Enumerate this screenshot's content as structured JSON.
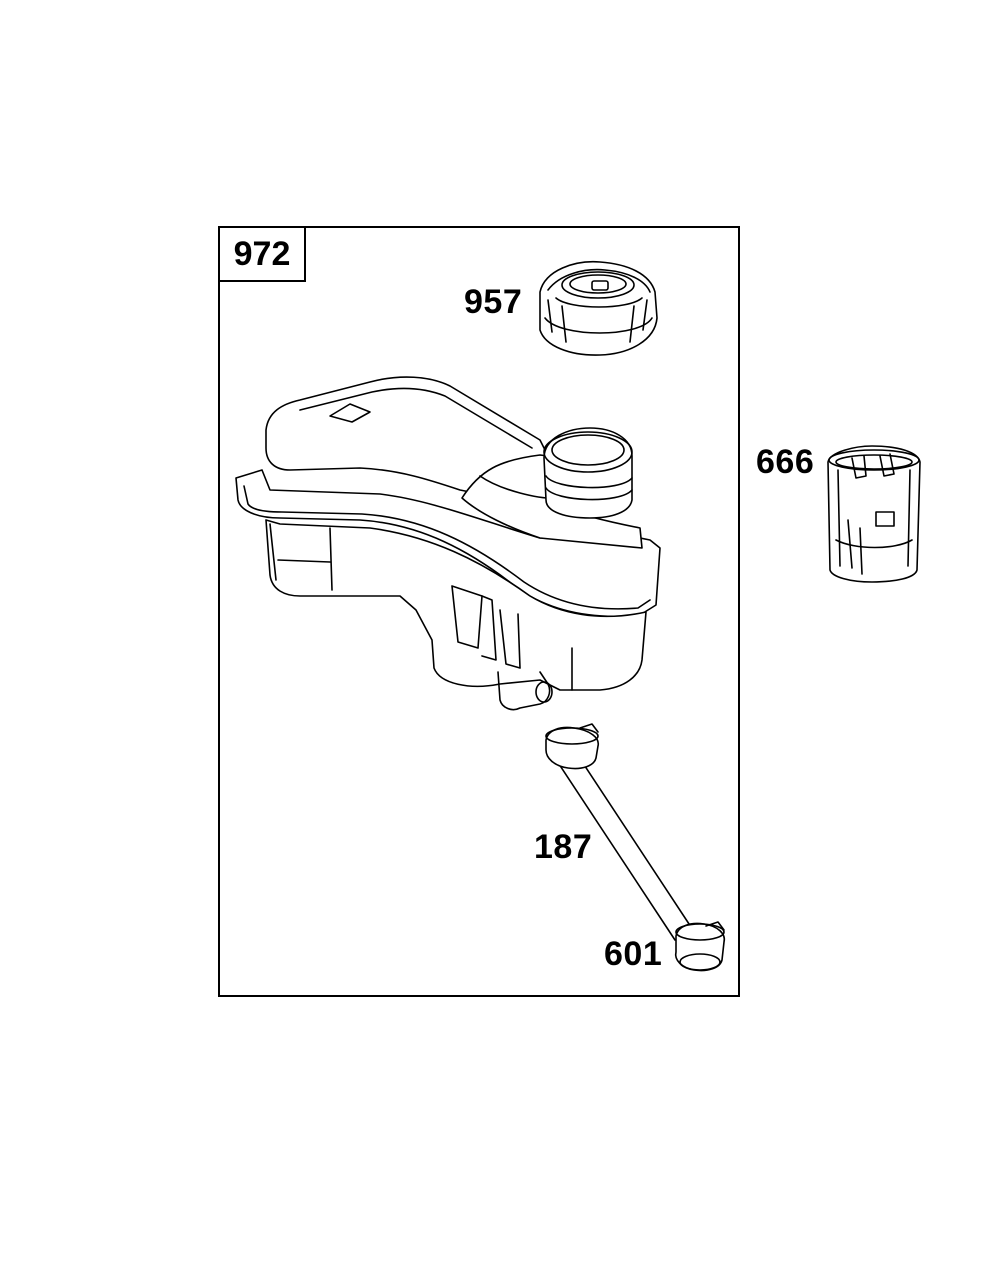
{
  "diagram": {
    "kit_label": "972",
    "parts": [
      {
        "id": "fuel-cap",
        "label": "957"
      },
      {
        "id": "sleeve",
        "label": "666"
      },
      {
        "id": "fuel-line",
        "label": "187"
      },
      {
        "id": "clamp",
        "label": "601"
      }
    ],
    "colors": {
      "line": "#000000",
      "background": "#ffffff"
    }
  }
}
